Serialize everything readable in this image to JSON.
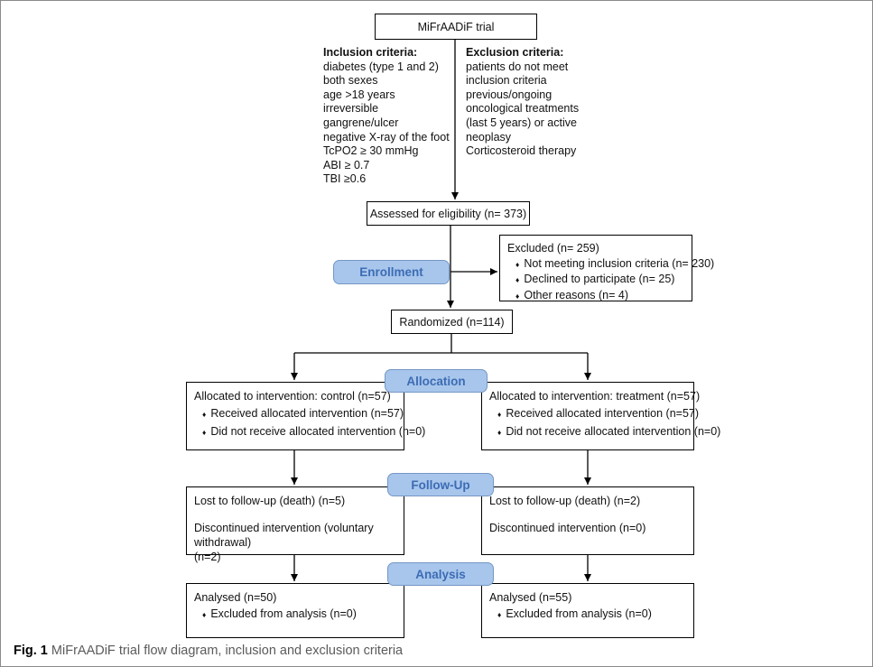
{
  "title_box": "MiFrAADiF trial",
  "bullet": "♦",
  "colors": {
    "stage_fill": "#a8c6ec",
    "stage_border": "#7597c4",
    "stage_text": "#3c6cb4"
  },
  "inclusion": {
    "heading": "Inclusion criteria:",
    "lines": [
      "diabetes (type 1 and 2)",
      "both sexes",
      "age >18 years",
      "irreversible",
      "gangrene/ulcer",
      "negative X-ray of the foot",
      "TcPO2 ≥ 30 mmHg",
      "ABI ≥ 0.7",
      "TBI ≥0.6"
    ]
  },
  "exclusion": {
    "heading": "Exclusion criteria:",
    "lines": [
      "patients do not meet",
      "inclusion criteria",
      "previous/ongoing",
      "oncological treatments",
      "(last 5 years) or active",
      "neoplasy",
      "Corticosteroid therapy"
    ]
  },
  "assessed": "Assessed for eligibility (n= 373)",
  "stage_labels": {
    "enrollment": "Enrollment",
    "allocation": "Allocation",
    "followup": "Follow-Up",
    "analysis": "Analysis"
  },
  "excluded": {
    "title": "Excluded (n= 259)",
    "items": [
      "Not meeting inclusion criteria (n= 230)",
      "Declined to participate (n= 25)",
      "Other reasons (n= 4)"
    ]
  },
  "randomized": "Randomized (n=114)",
  "allocation_left": {
    "title": "Allocated to intervention: control (n=57)",
    "items": [
      "Received allocated intervention (n=57)",
      "Did not receive allocated intervention (n=0)"
    ]
  },
  "allocation_right": {
    "title": "Allocated to intervention: treatment (n=57)",
    "items": [
      "Received allocated intervention (n=57)",
      "Did not receive allocated intervention (n=0)"
    ]
  },
  "followup_left": {
    "lines": [
      "Lost to follow-up (death) (n=5)",
      "Discontinued intervention (voluntary withdrawal)",
      "(n=2)"
    ]
  },
  "followup_right": {
    "lines": [
      "Lost to follow-up (death) (n=2)",
      "Discontinued intervention (n=0)"
    ]
  },
  "analysis_left": {
    "title": "Analysed (n=50)",
    "items": [
      "Excluded from analysis (n=0)"
    ]
  },
  "analysis_right": {
    "title": "Analysed (n=55)",
    "items": [
      "Excluded from analysis (n=0)"
    ]
  },
  "caption": {
    "label": "Fig. 1",
    "text": "MiFrAADiF trial flow diagram, inclusion and exclusion criteria"
  }
}
